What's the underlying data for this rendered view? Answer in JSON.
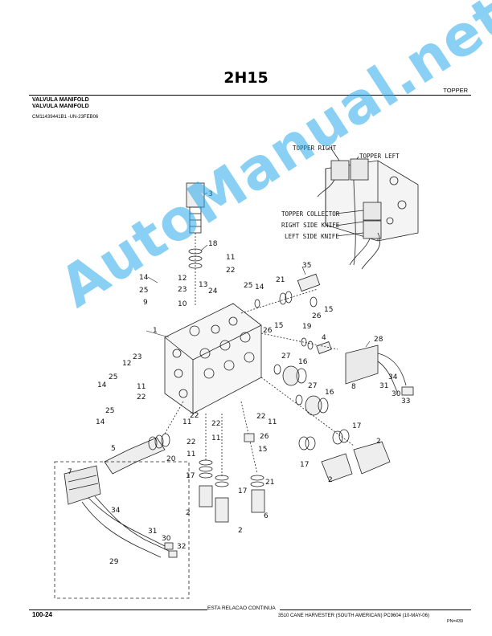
{
  "header": {
    "title": "2H15",
    "section": "TOPPER",
    "line1": "VALVULA MANIFOLD",
    "line2": "VALVULA MANIFOLD",
    "reference": "CM11439441B1    -UN-23FEB06"
  },
  "inset_labels": {
    "topper_right": "TOPPER RIGHT",
    "topper_left": "TOPPER LEFT",
    "topper_collector": "TOPPER COLLECTOR",
    "right_side_knife": "RIGHT SIDE KNIFE",
    "left_side_knife": "LEFT SIDE KNIFE"
  },
  "callouts": {
    "c1": "1",
    "c2a": "2",
    "c2b": "2",
    "c2c": "2",
    "c2d": "2",
    "c3": "3",
    "c4": "4",
    "c5": "5",
    "c6": "6",
    "c7": "7",
    "c8": "8",
    "c9": "9",
    "c10": "10",
    "c11a": "11",
    "c11b": "11",
    "c11c": "11",
    "c11d": "11",
    "c11e": "11",
    "c12a": "12",
    "c12b": "12",
    "c14a": "14",
    "c14b": "14",
    "c14c": "14",
    "c15a": "15",
    "c15b": "15",
    "c15c": "15",
    "c16a": "16",
    "c16b": "16",
    "c17a": "17",
    "c17b": "17",
    "c17c": "17",
    "c17d": "17",
    "c18": "18",
    "c19": "19",
    "c20": "20",
    "c21a": "21",
    "c21b": "21",
    "c22a": "22",
    "c22b": "22",
    "c22c": "22",
    "c22d": "22",
    "c22e": "22",
    "c23a": "23",
    "c23b": "23",
    "c24": "24",
    "c25a": "25",
    "c25b": "25",
    "c25c": "25",
    "c26a": "26",
    "c26b": "26",
    "c26c": "26",
    "c27a": "27",
    "c27b": "27",
    "c28": "28",
    "c29": "29",
    "c30a": "30",
    "c30b": "30",
    "c31a": "31",
    "c31b": "31",
    "c32": "32",
    "c33": "33",
    "c34a": "34",
    "c34b": "34",
    "c35": "35"
  },
  "watermark": "AutoManual.net",
  "footer": {
    "page_number": "100-24",
    "continues": "ESTA RELACAO CONTINUA",
    "info": "3510 CANE HARVESTER (SOUTH AMERICAN)    PC9604      (10-MAY-06)",
    "code": "PN=439"
  }
}
